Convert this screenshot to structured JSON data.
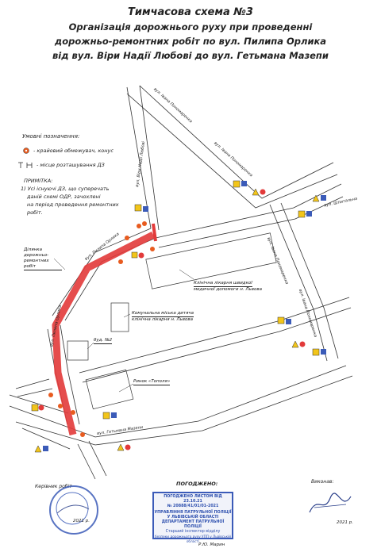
{
  "title": {
    "line1": "Тимчасова схема №3",
    "line2": "Організація дорожнього руху при проведенні",
    "line3": "дорожньо-ремонтних робіт по вул. Пилипа Орлика",
    "line4": "від вул. Віри Надії Любові до вул. Гетьмана Мазепи"
  },
  "legend": {
    "title": "Умовні позначення:",
    "item_barrier": "- крайовий обмежувач, конус",
    "item_signs": "- місце розташування ДЗ"
  },
  "note": {
    "title": "ПРИМІТКА:",
    "line1": "1) Усі існуючі ДЗ, що суперечать",
    "line2": "даній схемі ОДР, зачохлені",
    "line3": "на період проведення ремонтних",
    "line4": "робіт."
  },
  "map": {
    "work_zone_label": "Ділянка дорожньо-ремонтних робіт",
    "hospital_label_1": "Клінічна лікарня швидкої",
    "hospital_label_2": "медичної допомоги н. Львова",
    "comm_hospital_label_1": "Комунальна міська дитяча",
    "comm_hospital_label_2": "клінічна лікарня н. Львова",
    "building_label": "буд. №2",
    "market_label": "Ринок «Тополя»",
    "street_orlyka_1": "вул. Пилипа Орлика",
    "street_orlyka_2": "вул. Пилипа Орлика",
    "street_mazepy": "вул. Гетьмана Мазепи",
    "street_vnl": "вул. Віри Надії Любові",
    "street_ponomarenka_1": "вул. Івана Пономаренка",
    "street_ponomarenka_2": "вул. Івана Пономаренка",
    "street_ponomarenka_3": "вул. Івана Пономаренка",
    "street_ponomarenka_4": "вул. Івана Пономаренка",
    "street_shpytalna": "вул. Шпитальна"
  },
  "approvals": {
    "left_label": "Керівник робіт",
    "center_label": "ПОГОДЖЕНО:",
    "right_label": "Виконав:",
    "date_left": "2021 р.",
    "date_right": "2021 р.",
    "stamp_line1": "ПОГОДЖЕНО ЛИСТОМ ВІД 23.10.21",
    "stamp_line2": "№ 20888/41/01/01-2021",
    "stamp_line3": "УПРАВЛІННЯ ПАТРУЛЬНОЇ ПОЛІЦІЇ",
    "stamp_line4": "У ЛЬВІВСЬКІЙ ОБЛАСТІ",
    "stamp_line5": "ДЕПАРТАМЕНТ ПАТРУЛЬНОЇ ПОЛІЦІЇ",
    "stamp_line6": "Старший інспектор відділу",
    "stamp_line7": "безпеки дорожнього руху УПП у Львівській області",
    "signer": "Р.Ю. Марин"
  },
  "colors": {
    "work_zone": "#e23a3a",
    "stamp": "#3b5bb8",
    "sign_yellow": "#f2c51a",
    "barrier_orange": "#e85b1f"
  }
}
